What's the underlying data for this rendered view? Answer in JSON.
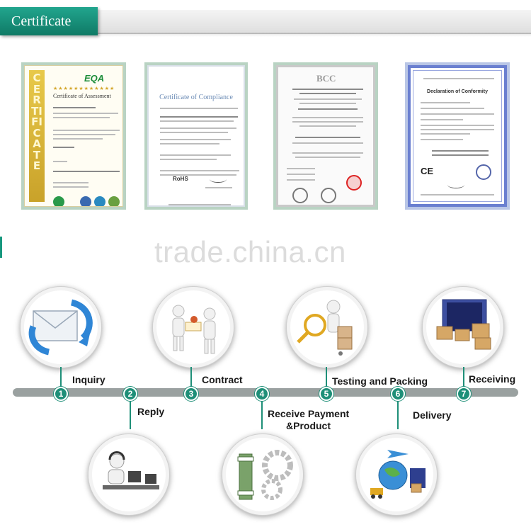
{
  "header": {
    "title": "Certificate"
  },
  "watermark": "trade.china.cn",
  "certificates": [
    {
      "vertical_text": "CERTIFICATE",
      "logo": "EQA",
      "title": "Certificate of Assessment"
    },
    {
      "title": "Certificate of Compliance",
      "mark": "RoHS"
    },
    {
      "logo": "BCC"
    },
    {
      "title": "Declaration of Conformity",
      "mark": "CE"
    }
  ],
  "steps": [
    {
      "number": "1",
      "label": "Inquiry"
    },
    {
      "number": "2",
      "label": "Reply"
    },
    {
      "number": "3",
      "label": "Contract"
    },
    {
      "number": "4",
      "label_line1": "Receive Payment",
      "label_line2": "&Product"
    },
    {
      "number": "5",
      "label": "Testing and Packing"
    },
    {
      "number": "6",
      "label": "Delivery"
    },
    {
      "number": "7",
      "label": "Receiving"
    }
  ],
  "colors": {
    "accent": "#1e8f78",
    "timeline": "#9aa1a0",
    "cert_frame": "#b9d3c3"
  }
}
